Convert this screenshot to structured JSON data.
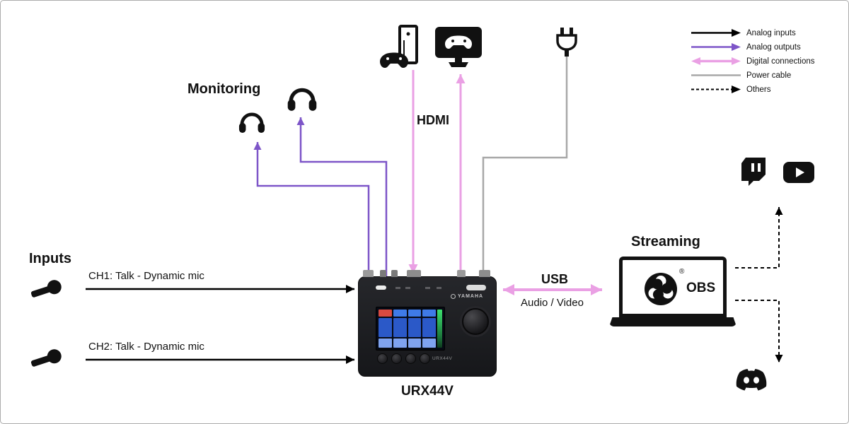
{
  "legend": {
    "items": [
      {
        "label": "Analog inputs"
      },
      {
        "label": "Analog outputs"
      },
      {
        "label": "Digital connections"
      },
      {
        "label": "Power cable"
      },
      {
        "label": "Others"
      }
    ]
  },
  "inputs": {
    "title": "Inputs",
    "ch1": "CH1: Talk - Dynamic mic",
    "ch2": "CH2: Talk - Dynamic mic"
  },
  "monitoring": {
    "title": "Monitoring"
  },
  "streaming": {
    "title": "Streaming"
  },
  "labels": {
    "hdmi": "HDMI",
    "usb": "USB",
    "usb_sub": "Audio / Video",
    "obs": "OBS",
    "obs_registered": "®",
    "device_caption": "URX44V"
  },
  "device": {
    "brand": "YAMAHA",
    "model_print": "URX44V"
  },
  "colors": {
    "analog_input": "#000000",
    "analog_output": "#7d55c8",
    "digital_connection": "#eaa0e4",
    "power_cable": "#a8a8a8"
  }
}
